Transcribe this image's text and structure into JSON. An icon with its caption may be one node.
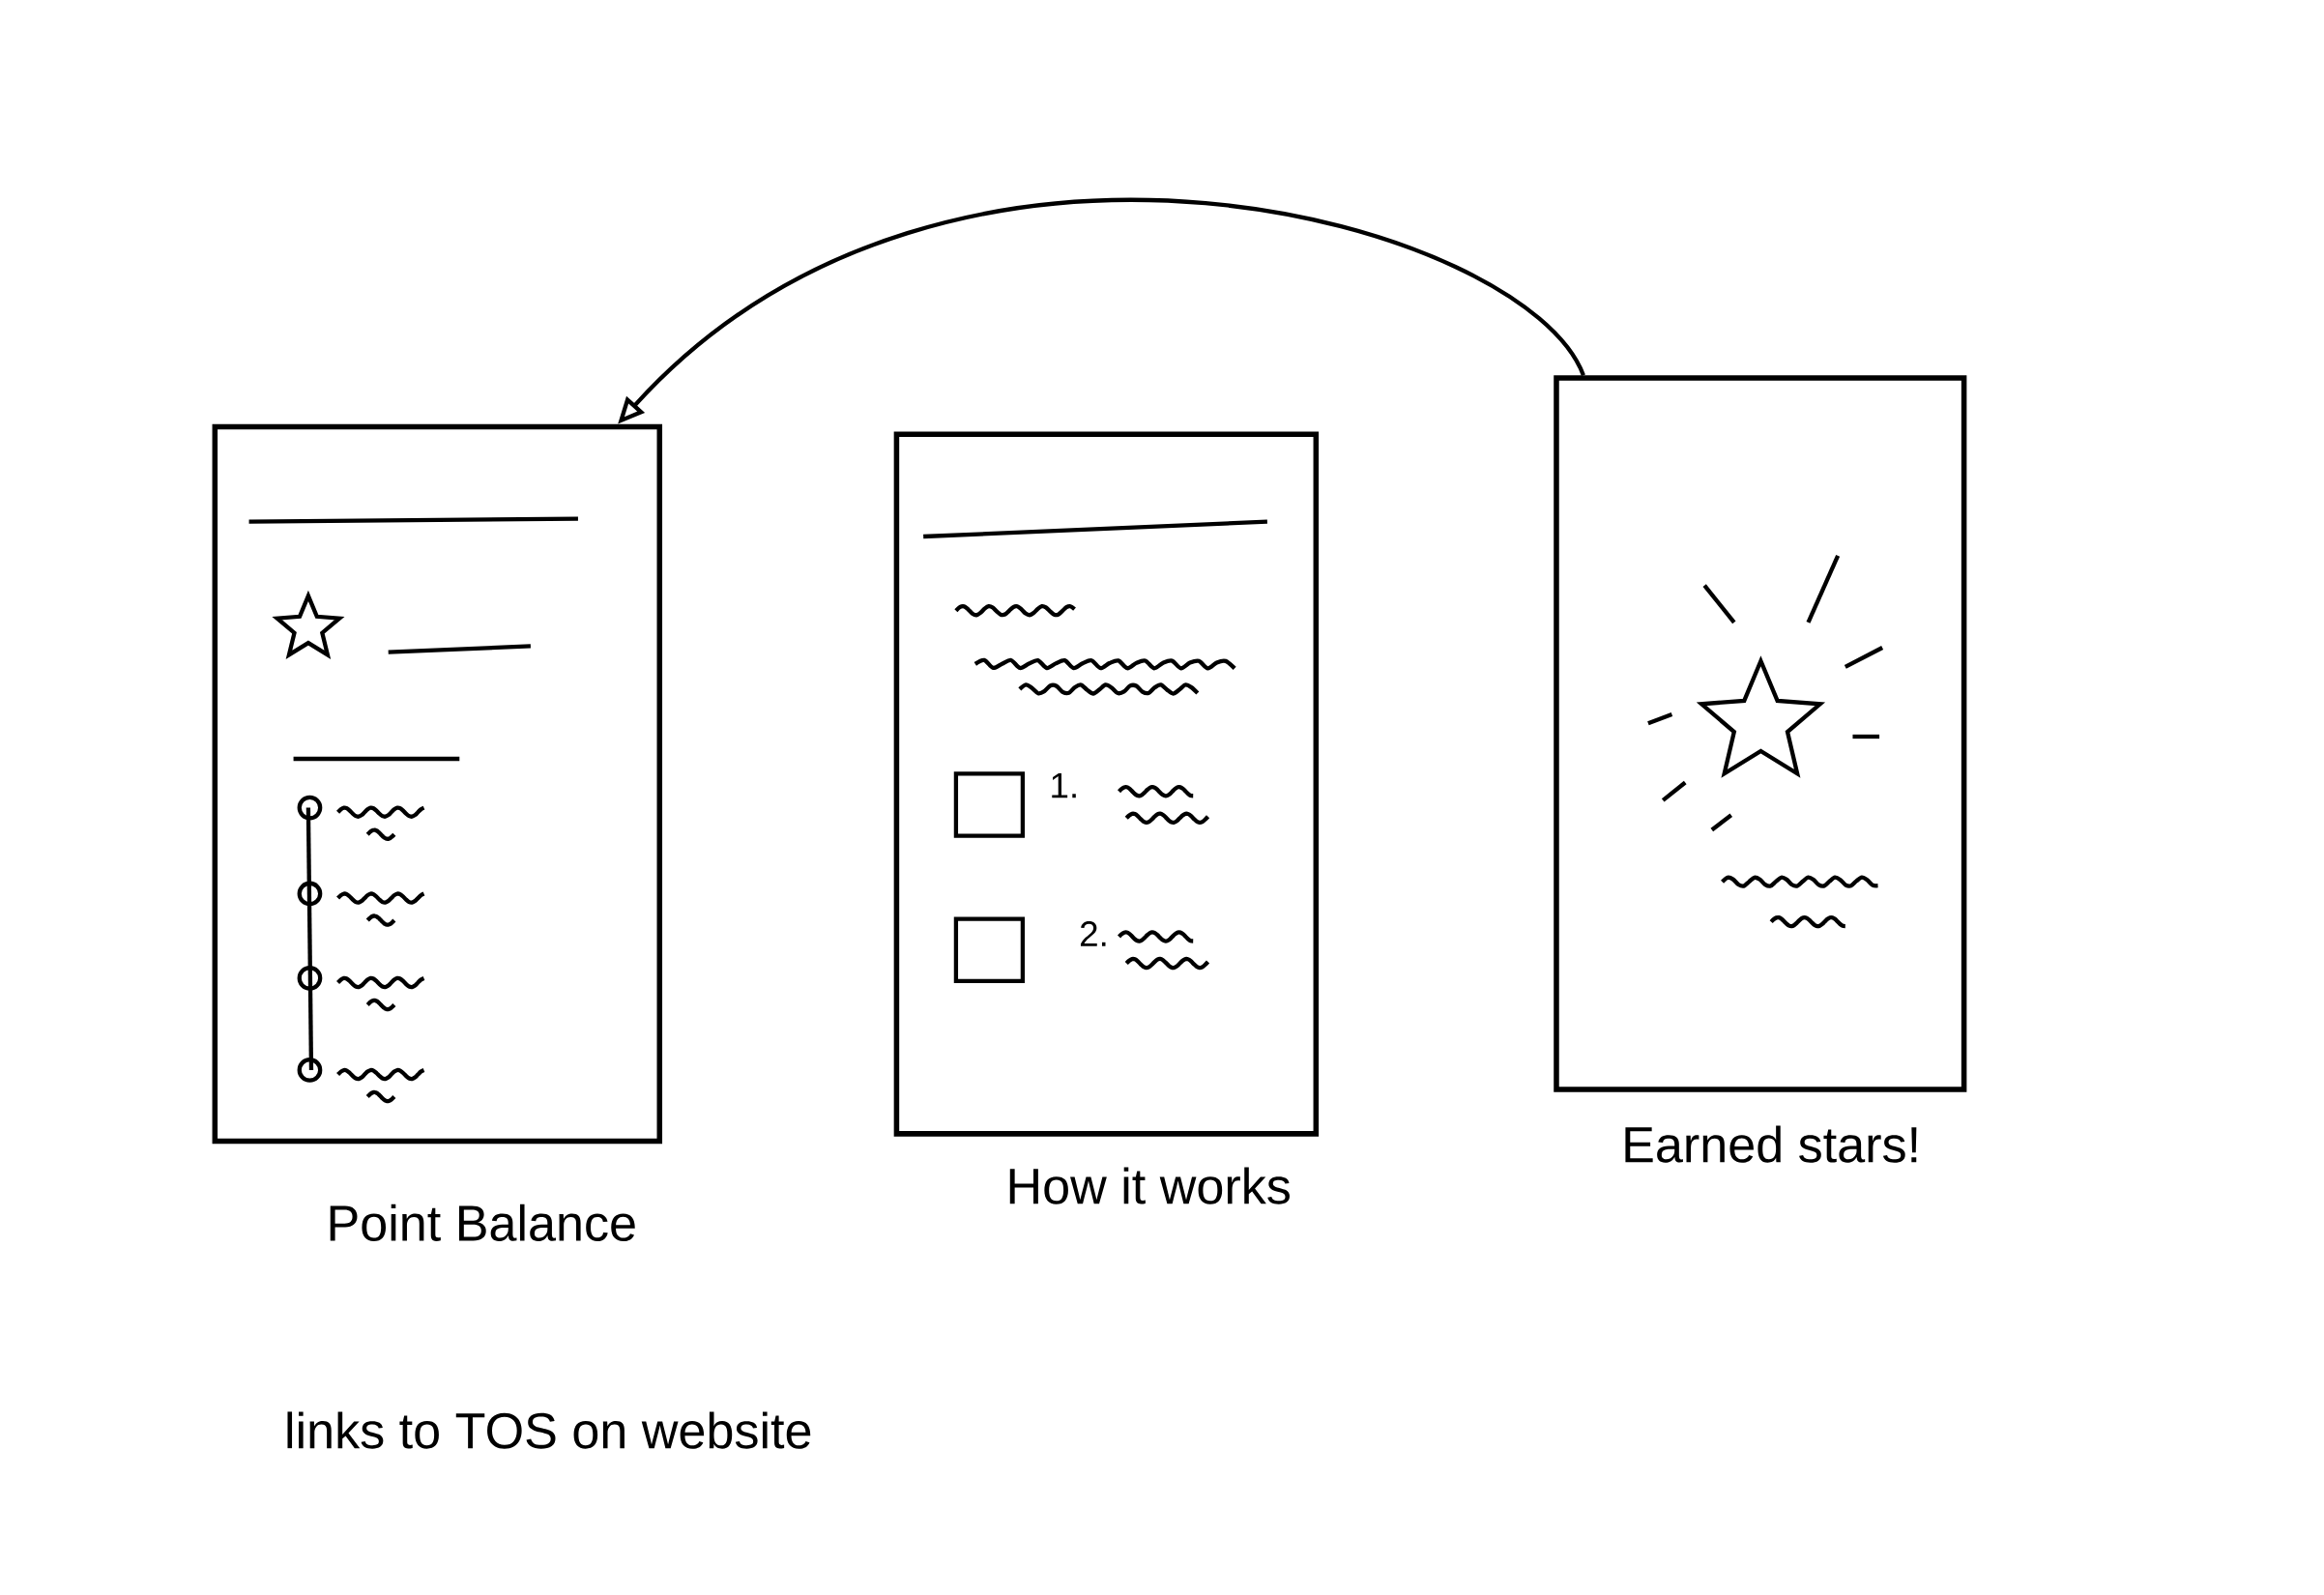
{
  "diagram": {
    "nodes": [
      {
        "text": [
          "Point Balance"
        ]
      },
      {
        "text": [
          "How it works"
        ]
      },
      {
        "text": [
          "Earned stars!"
        ]
      }
    ],
    "edges": [
      {
        "from": 2,
        "to": 0,
        "arrow": "to"
      }
    ],
    "labels": [
      "1.",
      "2.",
      "links to TOS on website"
    ]
  }
}
